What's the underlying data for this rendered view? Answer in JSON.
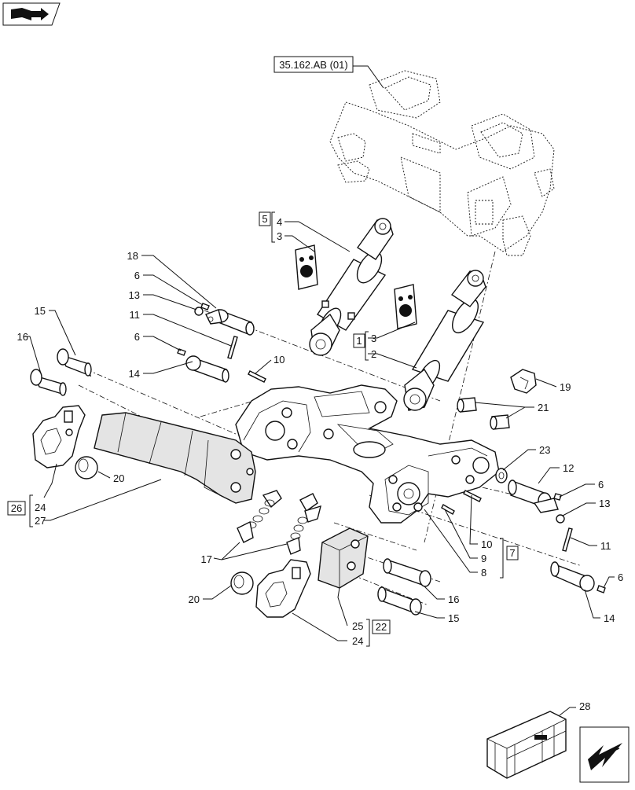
{
  "reference_label": "35.162.AB (01)",
  "group_boxes": {
    "g1": "1",
    "g5": "5",
    "g7": "7",
    "g22": "22",
    "g26": "26"
  },
  "callouts": {
    "c28": "28",
    "c23": "23",
    "c12": "12",
    "c6a": "6",
    "c13a": "13",
    "c11a": "11",
    "c6b": "6",
    "c14a": "14",
    "c10a": "10",
    "c9": "9",
    "c8": "8",
    "c16a": "16",
    "c15a": "15",
    "c25": "25",
    "c24a": "24",
    "c20a": "20",
    "c17": "17",
    "c24b": "24",
    "c27": "27",
    "c20b": "20",
    "c16b": "16",
    "c15b": "15",
    "c18": "18",
    "c6c": "6",
    "c13b": "13",
    "c11b": "11",
    "c6d": "6",
    "c14b": "14",
    "c10b": "10",
    "c4": "4",
    "c3a": "3",
    "c3b": "3",
    "c2": "2",
    "c19": "19",
    "c21": "21"
  },
  "icons": {
    "top_left": "book-with-arrow-icon",
    "bottom_right": "navigation-arrow-icon",
    "crate": "shipping-crate-icon"
  }
}
